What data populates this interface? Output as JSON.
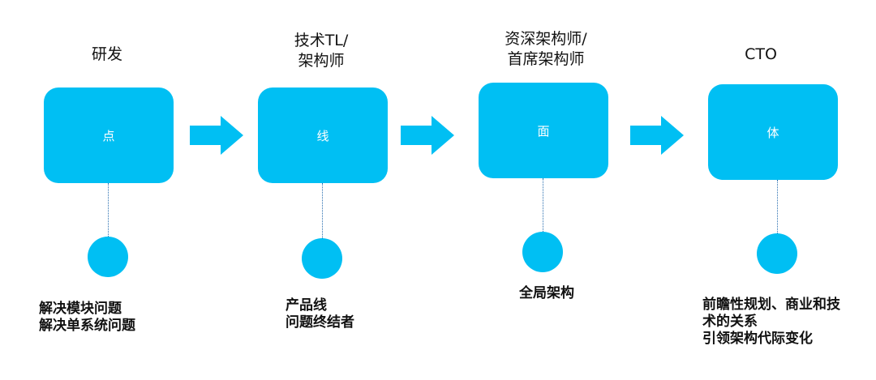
{
  "colors": {
    "accent": "#00bff3",
    "connector": "#2a6fb0"
  },
  "stages": [
    {
      "title": "研发",
      "box": "点",
      "desc": "解决模块问题\n解决单系统问题"
    },
    {
      "title": "技术TL/\n架构师",
      "box": "线",
      "desc": "产品线\n问题终结者"
    },
    {
      "title": "资深架构师/\n首席架构师",
      "box": "面",
      "desc": "全局架构"
    },
    {
      "title": "CTO",
      "box": "体",
      "desc": "前瞻性规划、商业和技\n术的关系\n引领架构代际变化"
    }
  ]
}
